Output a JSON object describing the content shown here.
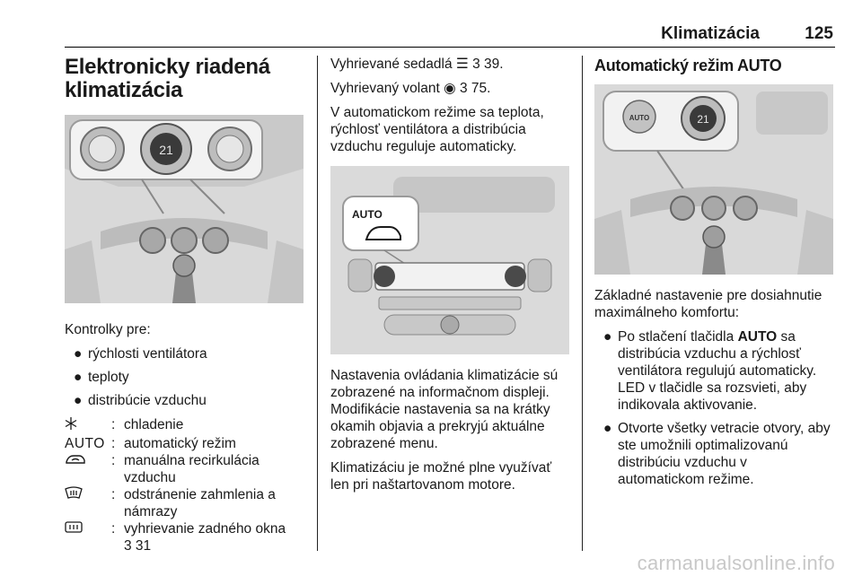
{
  "header": {
    "section": "Klimatizácia",
    "page_number": "125"
  },
  "col1": {
    "title": "Elektronicky riadená klimatizácia",
    "figure_display": "21",
    "intro": "Kontrolky pre:",
    "bullets": [
      "rýchlosti ventilátora",
      "teploty",
      "distribúcie vzduchu"
    ],
    "bullet_glyph": "●",
    "legend": [
      {
        "icon": "snowflake-icon",
        "symbol": "",
        "text": "chladenie"
      },
      {
        "icon": "",
        "symbol": "AUTO",
        "text": "automatický režim"
      },
      {
        "icon": "recirculation-icon",
        "symbol": "",
        "text": "manuálna recirkulácia vzduchu"
      },
      {
        "icon": "windscreen-defrost-icon",
        "symbol": "",
        "text": "odstránenie zahmlenia a námrazy"
      },
      {
        "icon": "rear-window-heat-icon",
        "symbol": "",
        "text": "vyhrievanie zadného okna",
        "ref": "3 31"
      }
    ],
    "colon": ":"
  },
  "col2": {
    "line1_text": "Vyhrievané sedadlá",
    "line1_ref": "3 39.",
    "line2_text": "Vyhrievaný volant",
    "line2_ref": "3 75.",
    "para1": "V automatickom režime sa teplota, rýchlosť ventilátora a distribúcia vzduchu reguluje automaticky.",
    "figure_label": "AUTO",
    "para2": "Nastavenia ovládania klimatizácie sú zobrazené na informačnom displeji. Modifikácie nastavenia sa na krátky okamih objavia a prekryjú aktuálne zobrazené menu.",
    "para3": "Klimatizáciu je možné plne využívať len pri naštartovanom motore."
  },
  "col3": {
    "title": "Automatický režim AUTO",
    "figure_label": "AUTO",
    "figure_display": "21",
    "intro": "Základné nastavenie pre dosiahnutie maximálneho komfortu:",
    "bullet1_pre": "Po stlačení tlačidla",
    "bullet1_bold": "AUTO",
    "bullet1_post": "sa distribúcia vzduchu a rýchlosť ventilátora regulujú automaticky. LED v tlačidle sa rozsvieti, aby indikovala aktivovanie.",
    "bullet2": "Otvorte všetky vetracie otvory, aby ste umožnili optimalizovanú distribúciu vzduchu v automatickom režime.",
    "bullet_glyph": "●"
  },
  "footer": {
    "watermark": "carmanualsonline.info"
  }
}
